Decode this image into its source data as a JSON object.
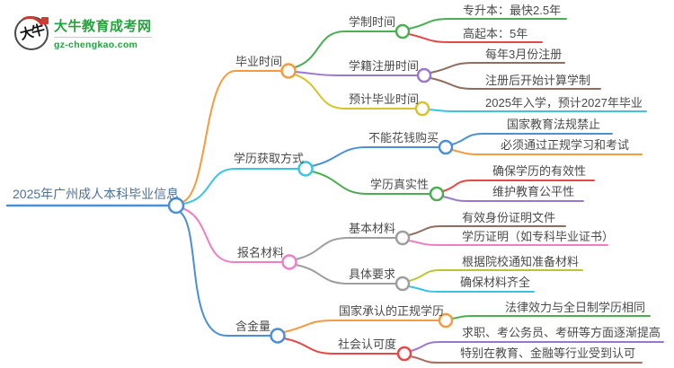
{
  "palette": {
    "orange": "#f59a3e",
    "cyan": "#3cc2e2",
    "pink": "#ef7fc3",
    "blue": "#4a90d8",
    "green": "#4cae52",
    "red": "#e64747",
    "purple": "#9a77cf",
    "yellow": "#d6c32e",
    "brown": "#8f6d5f",
    "gray": "#9e9e9e",
    "yellowgreen": "#bcc62c",
    "brick": "#b06a5e",
    "root_text": "#4f7097",
    "label_text": "#4a4a4a",
    "logo_green": "#26a23e",
    "logo_red": "#d03a30"
  },
  "logo": {
    "icon_text": "大牛",
    "title": "大牛教育成考网",
    "domain": "gz-chengkao.com"
  },
  "root": {
    "label": "2025年广州成人本科毕业信息"
  },
  "branches": [
    {
      "label": "毕业时间",
      "children": [
        {
          "label": "学制时间",
          "leaves": [
            {
              "label": "专升本：最快2.5年"
            },
            {
              "label": "高起本：5年"
            }
          ]
        },
        {
          "label": "学籍注册时间",
          "leaves": [
            {
              "label": "每年3月份注册"
            },
            {
              "label": "注册后开始计算学制"
            }
          ]
        },
        {
          "label": "预计毕业时间",
          "leaves": [
            {
              "label": "2025年入学，预计2027年毕业"
            }
          ]
        }
      ]
    },
    {
      "label": "学历获取方式",
      "children": [
        {
          "label": "不能花钱购买",
          "leaves": [
            {
              "label": "国家教育法规禁止"
            },
            {
              "label": "必须通过正规学习和考试"
            }
          ]
        },
        {
          "label": "学历真实性",
          "leaves": [
            {
              "label": "确保学历的有效性"
            },
            {
              "label": "维护教育公平性"
            }
          ]
        }
      ]
    },
    {
      "label": "报名材料",
      "children": [
        {
          "label": "基本材料",
          "leaves": [
            {
              "label": "有效身份证明文件"
            },
            {
              "label": "学历证明（如专科毕业证书）"
            }
          ]
        },
        {
          "label": "具体要求",
          "leaves": [
            {
              "label": "根据院校通知准备材料"
            },
            {
              "label": "确保材料齐全"
            }
          ]
        }
      ]
    },
    {
      "label": "含金量",
      "children": [
        {
          "label": "国家承认的正规学历",
          "leaves": [
            {
              "label": "法律效力与全日制学历相同"
            }
          ]
        },
        {
          "label": "社会认可度",
          "leaves": [
            {
              "label": "求职、考公务员、考研等方面逐渐提高"
            },
            {
              "label": "特别在教育、金融等行业受到认可"
            }
          ]
        }
      ]
    }
  ]
}
